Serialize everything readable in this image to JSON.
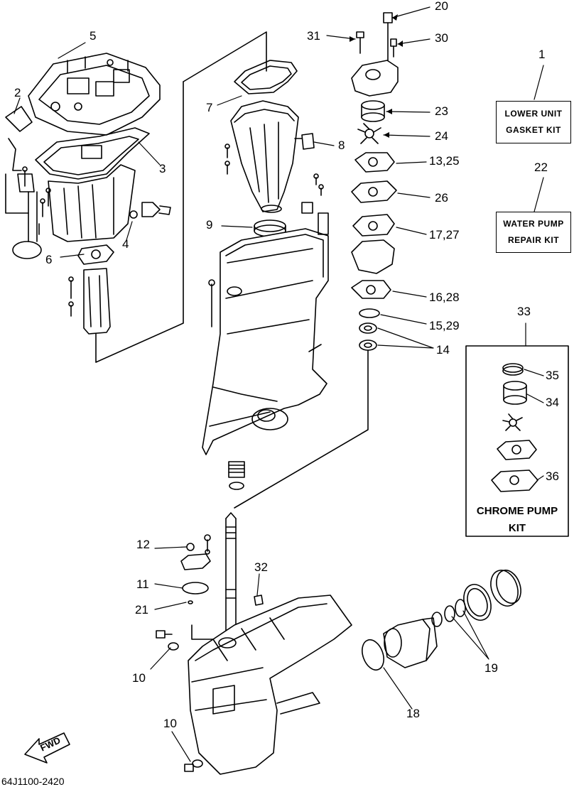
{
  "callouts": {
    "c1": "1",
    "c2": "2",
    "c3": "3",
    "c4": "4",
    "c5": "5",
    "c6": "6",
    "c7": "7",
    "c8": "8",
    "c9": "9",
    "c10a": "10",
    "c10b": "10",
    "c11": "11",
    "c12": "12",
    "c13_25": "13,25",
    "c14": "14",
    "c15_29": "15,29",
    "c16_28": "16,28",
    "c17_27": "17,27",
    "c18": "18",
    "c19": "19",
    "c20": "20",
    "c21": "21",
    "c22": "22",
    "c23": "23",
    "c24": "24",
    "c26": "26",
    "c30": "30",
    "c31": "31",
    "c32": "32",
    "c33": "33",
    "c34": "34",
    "c35": "35",
    "c36": "36"
  },
  "kits": {
    "lower_unit_line1": "LOWER UNIT",
    "lower_unit_line2": "GASKET KIT",
    "water_pump_line1": "WATER PUMP",
    "water_pump_line2": "REPAIR KIT",
    "chrome_line1": "CHROME PUMP",
    "chrome_line2": "KIT"
  },
  "fwd_label": "FWD",
  "doc_id": "64J1100-2420"
}
